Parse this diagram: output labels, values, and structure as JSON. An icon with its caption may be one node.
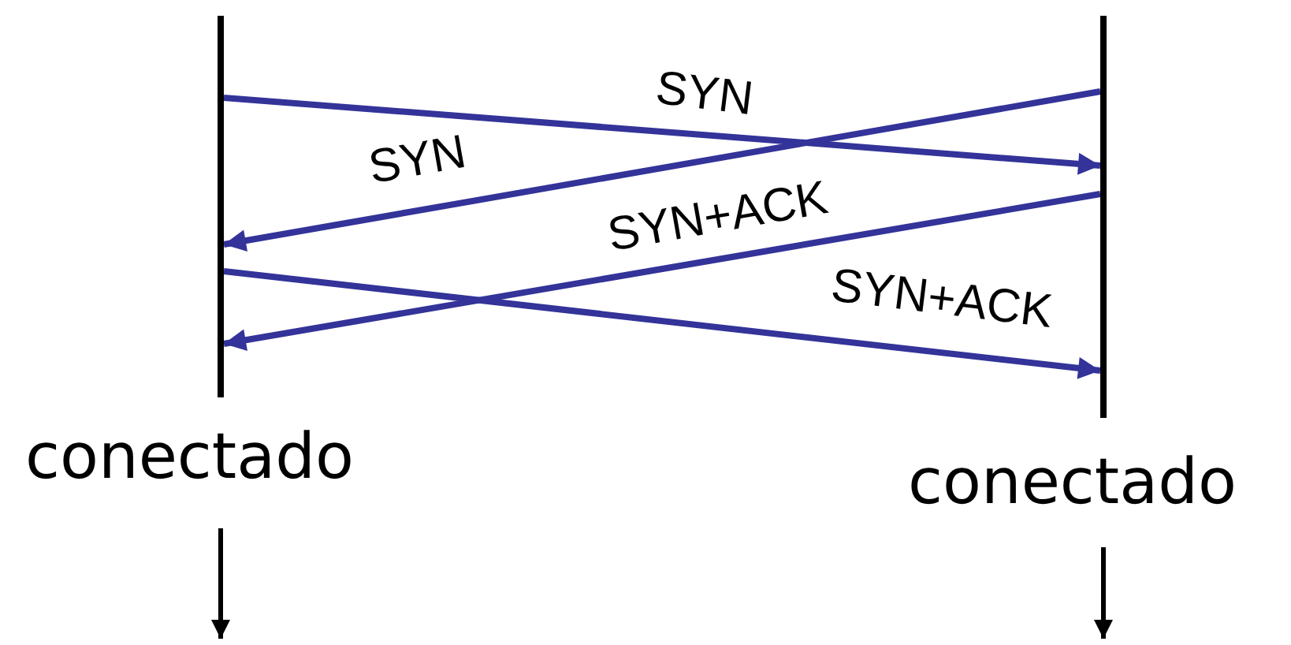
{
  "diagram": {
    "nodes": [
      {
        "text": [],
        "shape": "bar"
      },
      {
        "text": [],
        "shape": "bar"
      },
      {
        "text": [
          "conectado"
        ]
      },
      {
        "text": [
          "conectado"
        ]
      }
    ],
    "edges": [
      {
        "from": 0,
        "to": 1,
        "arrow": "to",
        "label": "SYN"
      },
      {
        "from": 1,
        "to": 0,
        "arrow": "to",
        "label": "SYN"
      },
      {
        "from": 1,
        "to": 0,
        "arrow": "to",
        "label": "SYN+ACK"
      },
      {
        "from": 0,
        "to": 1,
        "arrow": "to",
        "label": "SYN+ACK"
      }
    ]
  }
}
